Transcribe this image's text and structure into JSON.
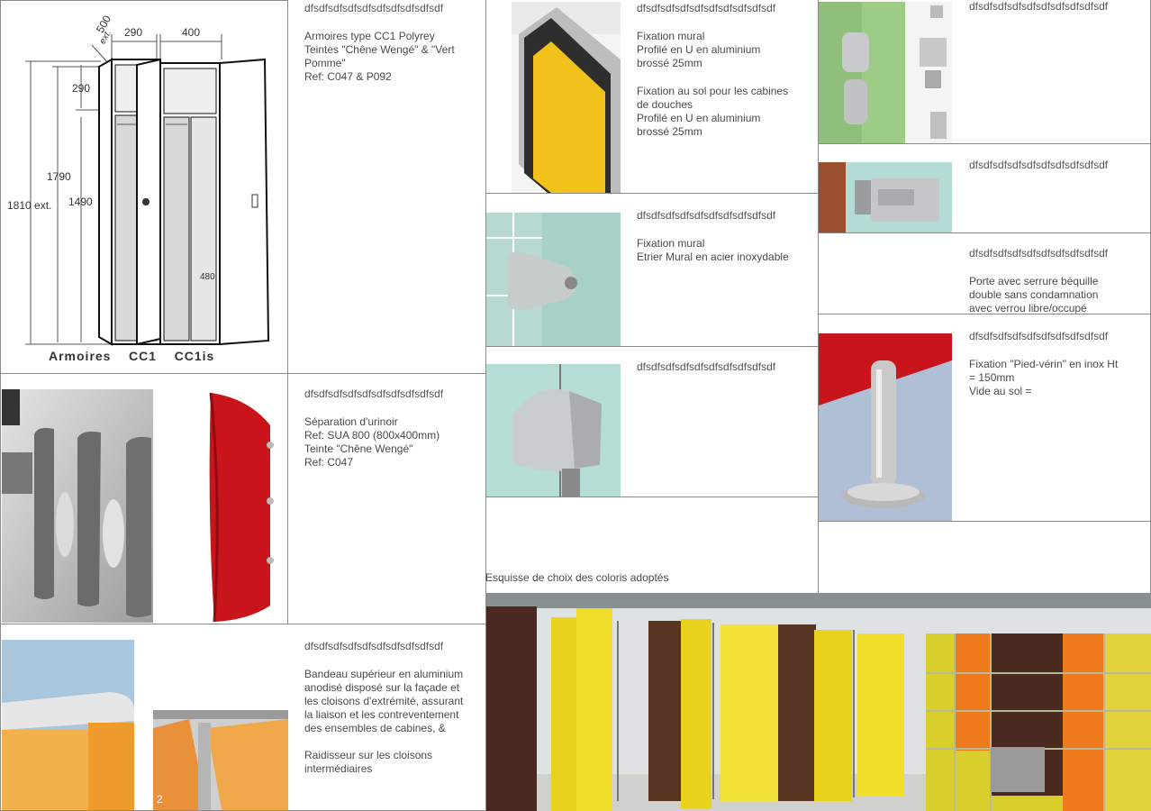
{
  "code": "dfsdfsdfsdfsdfsdfsdfsdfsdfsdf",
  "lockers": {
    "lines": [
      "Armoires type CC1 Polyrey",
      "Teintes \"Chêne Wengé\" & \"Vert Pomme\"",
      "Ref: C047 & P092"
    ],
    "diagram": {
      "w290": "290",
      "w400": "400",
      "d500": "500",
      "ext": "ext.",
      "h290": "290",
      "h1790": "1790",
      "h1490": "1490",
      "h1810": "1810 ext.",
      "w480": "480",
      "label": "Armoires    CC1    CC1is"
    }
  },
  "urinal": {
    "lines": [
      "Séparation d'urinoir",
      "Ref: SUA 800 (800x400mm)",
      "Teinte \"Chêne Wengé\"",
      "Ref: C047"
    ]
  },
  "bandeau": {
    "p1": "Bandeau supérieur en aluminium anodisé disposé sur la façade et les cloisons d'extrémité, assurant la liaison et les contreventement des ensembles de cabines, &",
    "p2": "Raidisseur sur les cloisons intermédiaires",
    "page_number": "2"
  },
  "profile": {
    "lines1": [
      "Fixation mural",
      "Profilé en U en aluminium",
      "brossé 25mm"
    ],
    "lines2": [
      "Fixation au sol pour les cabines",
      "de douches",
      "Profilé en U en aluminium",
      "brossé 25mm"
    ]
  },
  "wallbracket": {
    "lines": [
      "Fixation mural",
      "Etrier Mural en acier inoxydable"
    ]
  },
  "sketch_caption": "Esquisse de choix des coloris adoptés",
  "lock": {
    "lines": [
      "Porte avec serrure béquille",
      "double sans condamnation",
      "avec verrou libre/occupé"
    ]
  },
  "foot": {
    "lines": [
      "Fixation \"Pied-vérin\" en inox Ht",
      "= 150mm",
      "Vide au sol ="
    ]
  },
  "colors": {
    "yellow": "#e8d21e",
    "red": "#c8141a",
    "green": "#8fbf7a",
    "orange": "#ee7a1c",
    "wenge": "#4a2a1e",
    "aluminium": "#c4c6c8"
  }
}
